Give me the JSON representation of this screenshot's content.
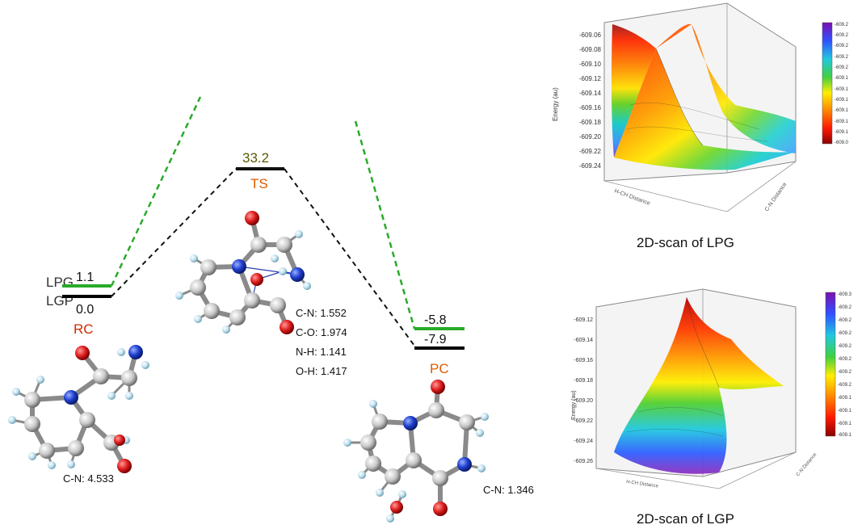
{
  "energy_profile": {
    "levels": {
      "rc": {
        "name": "RC",
        "lpg_label": "LPG",
        "lgp_label": "LGP",
        "lpg_value": "1.1",
        "lgp_value": "0.0"
      },
      "ts": {
        "name": "TS",
        "value": "33.2"
      },
      "pc": {
        "name": "PC",
        "lpg_value": "-5.8",
        "lgp_value": "-7.9"
      }
    },
    "ts_bonds": [
      "C-N: 1.552",
      "C-O: 1.974",
      "N-H: 1.141",
      "O-H: 1.417"
    ],
    "rc_bond": "C-N: 4.533",
    "pc_bond": "C-N: 1.346"
  },
  "colors": {
    "lpg_line": "#2aaa2a",
    "lgp_line": "#000000",
    "ts_line": "#1a1a1a",
    "ts_value": "#5a5a00",
    "level_name": "#e05a00",
    "rc_name": "#d02a00",
    "atom_c": "#c8c8c8",
    "atom_o": "#e02020",
    "atom_n": "#2040d0",
    "atom_h": "#b8dce8"
  },
  "scans": [
    {
      "caption": "2D-scan of LPG",
      "z_axis_label": "Energy (au)",
      "x_axis_label": "H-CH Distance",
      "y_axis_label": "C-N Distance",
      "z_ticks": [
        "-609.06",
        "-609.08",
        "-609.10",
        "-609.12",
        "-609.14",
        "-609.16",
        "-609.18",
        "-609.20",
        "-609.22",
        "-609.24"
      ],
      "colorbar_ticks": [
        "-609.2",
        "-609.2",
        "-609.2",
        "-609.2",
        "-609.2",
        "-609.1",
        "-609.1",
        "-609.1",
        "-609.1",
        "-609.1",
        "-609.1",
        "-609.0"
      ]
    },
    {
      "caption": "2D-scan of LGP",
      "z_axis_label": "Energy (au)",
      "x_axis_label": "H-CH Distance",
      "y_axis_label": "C-N Distance",
      "z_ticks": [
        "-609.12",
        "-609.14",
        "-609.16",
        "-609.18",
        "-609.20",
        "-609.22",
        "-609.24",
        "-609.26"
      ],
      "colorbar_ticks": [
        "-609.3",
        "-609.2",
        "-609.2",
        "-609.2",
        "-609.2",
        "-609.2",
        "-609.2",
        "-609.2",
        "-609.1",
        "-609.1",
        "-609.1",
        "-609.1"
      ]
    }
  ]
}
